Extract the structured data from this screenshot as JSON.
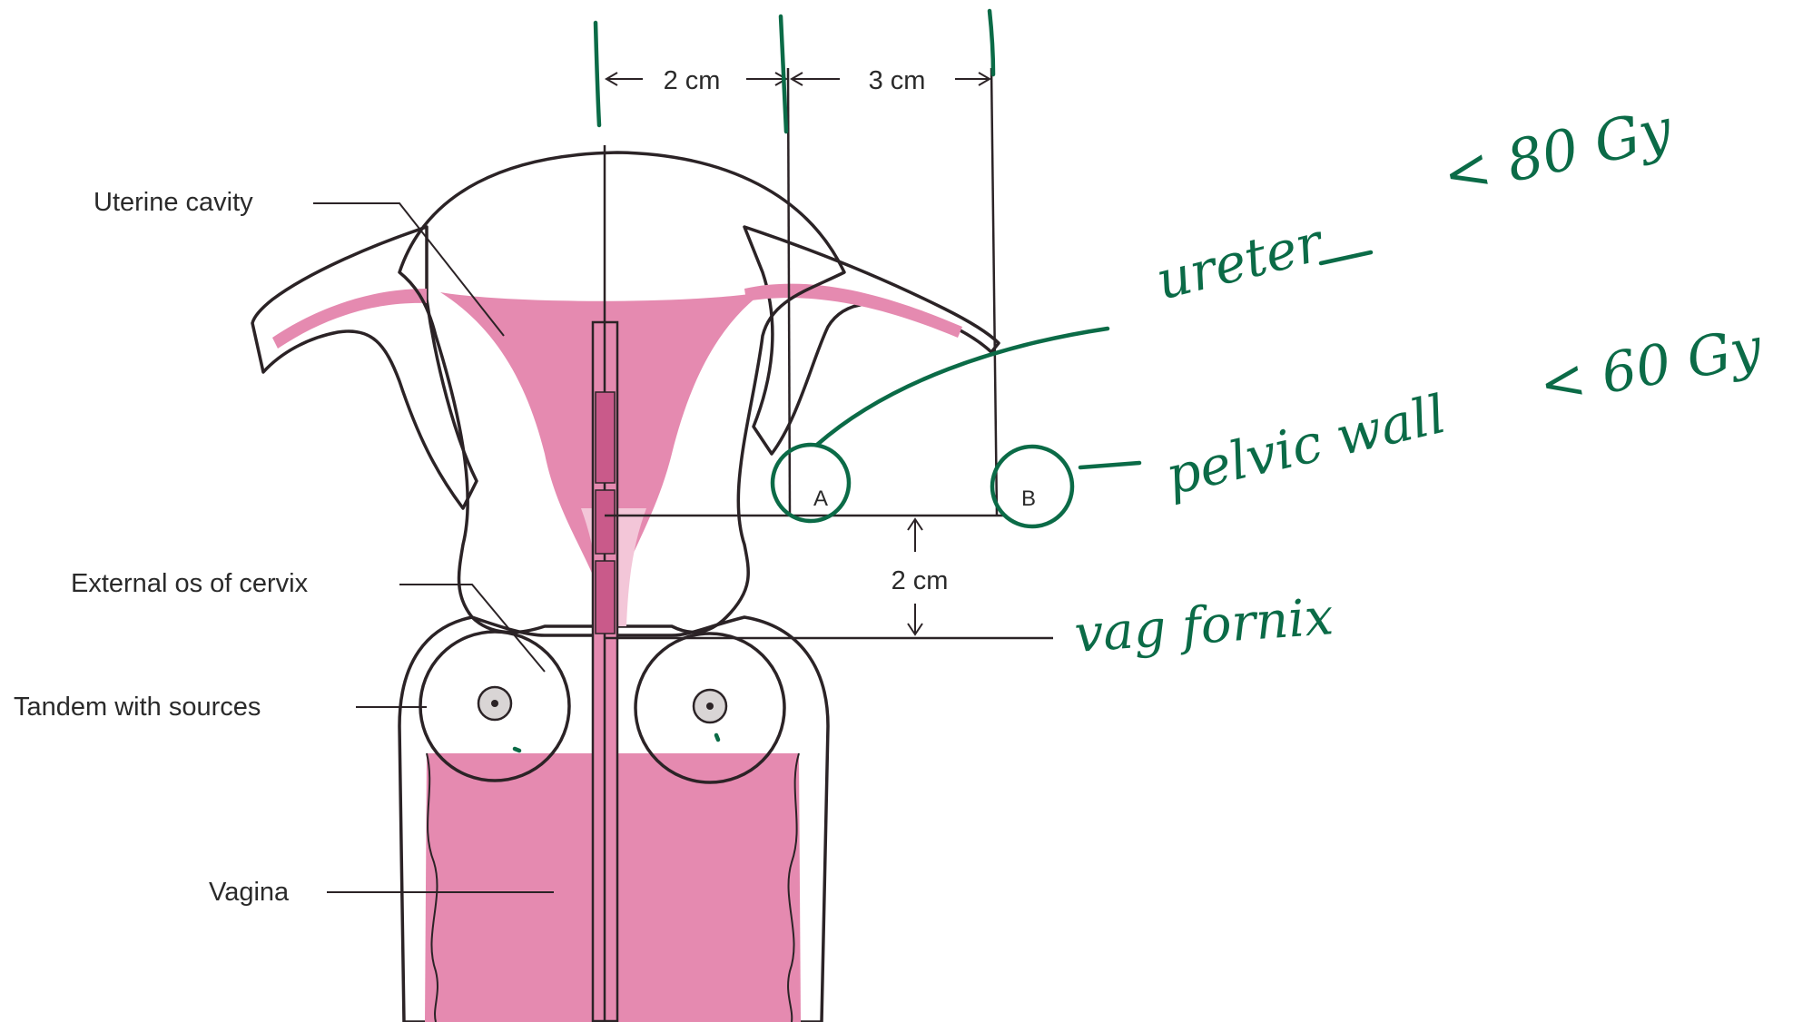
{
  "labels": {
    "uterine_cavity": "Uterine cavity",
    "external_os": "External os of cervix",
    "tandem": "Tandem with sources",
    "vagina": "Vagina"
  },
  "dimensions": {
    "top_left": "2 cm",
    "top_right": "3 cm",
    "vertical": "2 cm"
  },
  "points": {
    "a": "A",
    "b": "B"
  },
  "handwritten": {
    "ureter": "ureter",
    "ureter_dose": "< 80 Gy",
    "pelvic_wall": "pelvic wall",
    "pelvic_wall_dose": "< 60 Gy",
    "vag_fornix": "vag fornix"
  },
  "colors": {
    "tissue_light": "#f6dbe6",
    "tissue_dark": "#e58ab0",
    "outline": "#2b2326",
    "annotation_ink": "#0b6b47"
  }
}
